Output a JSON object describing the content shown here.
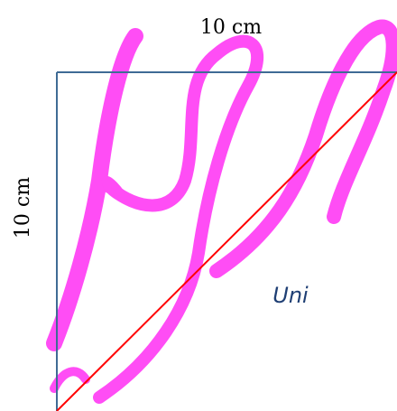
{
  "figure": {
    "top_side_label": "10 cm",
    "left_side_label": "10 cm",
    "region_label": "Uni",
    "watermark_text": "Ho"
  },
  "colors": {
    "square_outline": "#3f6b95",
    "diagonal": "#ff0000",
    "watermark": "#ff4df5",
    "region_label": "#1f3f74",
    "text": "#000000"
  }
}
